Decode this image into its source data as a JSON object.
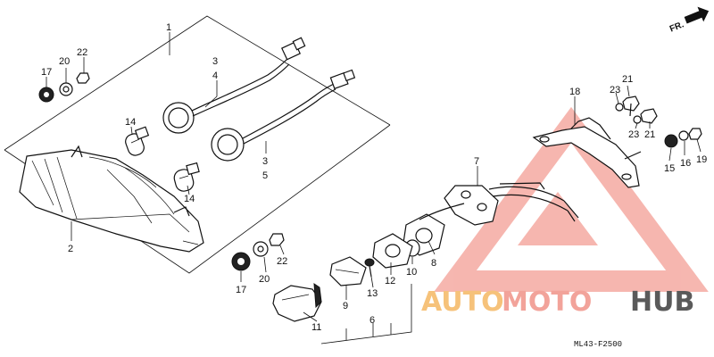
{
  "diagram": {
    "direction_label": "FR.",
    "drawing_code": "ML43-F2500",
    "watermark": {
      "part1": "AUTO",
      "part2": "MOTO",
      "part3": "HUB"
    },
    "callouts": {
      "c1": "1",
      "c2": "2",
      "c3a": "3",
      "c4": "4",
      "c3b": "3",
      "c5": "5",
      "c6": "6",
      "c7": "7",
      "c8": "8",
      "c9": "9",
      "c10": "10",
      "c11": "11",
      "c12": "12",
      "c13": "13",
      "c14a": "14",
      "c14b": "14",
      "c15": "15",
      "c16": "16",
      "c17a": "17",
      "c17b": "17",
      "c18": "18",
      "c19": "19",
      "c20a": "20",
      "c20b": "20",
      "c21a": "21",
      "c21b": "21",
      "c22a": "22",
      "c22b": "22",
      "c23a": "23",
      "c23b": "23"
    }
  }
}
